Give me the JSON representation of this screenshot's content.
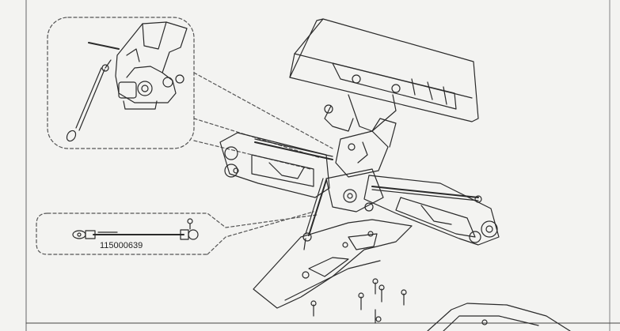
{
  "document": {
    "kind": "assembly-instruction-page",
    "ink_color": "#2a2a2a",
    "paper_color": "#f3f3f1",
    "callout_inset": {
      "part_number": "115000639"
    },
    "illustrations": [
      "suspension-detail-inset",
      "turnbuckle-callout-inset",
      "rear-wing-and-arms-assembly",
      "chassis-plate-with-screws"
    ]
  }
}
